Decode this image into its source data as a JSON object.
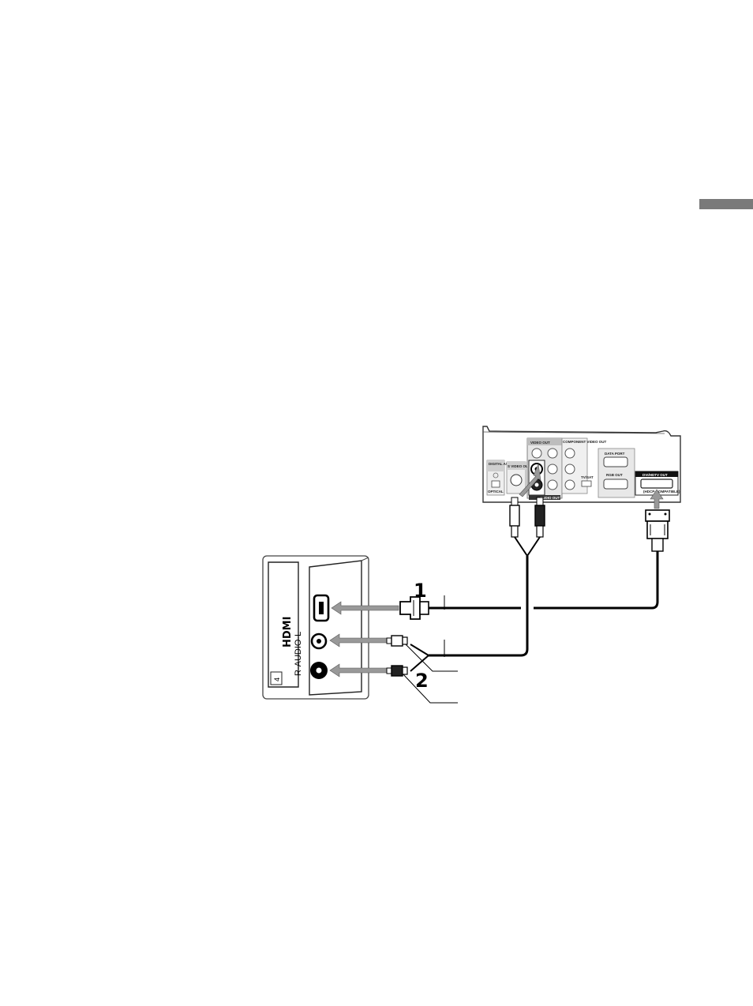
{
  "thumb_tab": {
    "color": "#7a7a7a"
  },
  "tv_panel": {
    "hdmi_logo": "HDMI",
    "audio_label": "R-AUDIO-L",
    "input_number": "4"
  },
  "steps": [
    "1",
    "2"
  ],
  "device": {
    "digital_audio_label": "DIGITAL AUDIO OUT",
    "optical_label": "OPTICAL",
    "svideo_label": "S VIDEO OUT",
    "video_out_label": "VIDEO OUT",
    "component_label": "COMPONENT VIDEO OUT",
    "audio_out_label": "AUDIO OUT",
    "data_port_label": "DATA PORT",
    "rgb_out_label": "RGB OUT",
    "dvi_label": "DVI/HDTV OUT",
    "dvi_sub_label": "(HDCP-COMPATIBLE)",
    "switch_label": "TV/SAT"
  },
  "icons": [
    "hdmi-port-icon",
    "audio-jack-icon",
    "rca-plug-icon",
    "hdmi-plug-icon",
    "dvi-plug-icon"
  ]
}
